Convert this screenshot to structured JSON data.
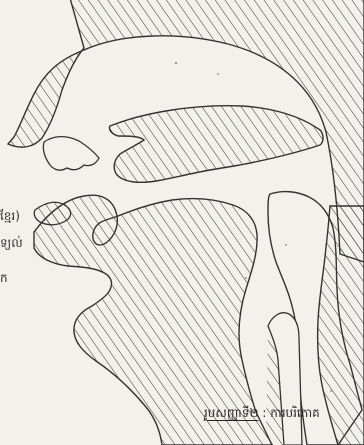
{
  "left_fragments": [
    "ខ្មែរ)",
    "ទ្យល់",
    "ក"
  ],
  "caption": {
    "label": "រូបសញ្ញាទី២",
    "separator": ":",
    "title": "ការបរិភោគ"
  },
  "colors": {
    "paper": "#f3f1ec",
    "ink": "#2f2f2f"
  }
}
